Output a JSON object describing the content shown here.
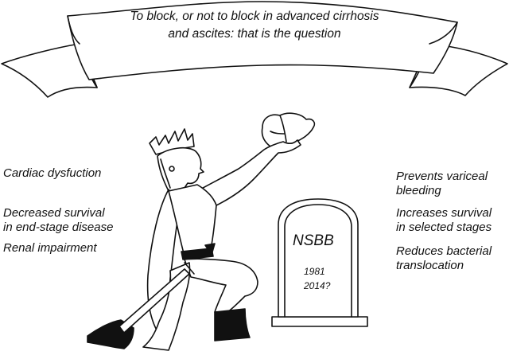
{
  "banner": {
    "line1": "To block, or not to block in advanced cirrhosis",
    "line2": "and ascites: that is the question"
  },
  "left_effects": [
    "Cardiac dysfuction",
    "Decreased survival",
    "in end-stage disease",
    "Renal impairment"
  ],
  "right_effects": [
    "Prevents variceal",
    "bleeding",
    "Increases survival",
    "in selected stages",
    "Reduces bacterial",
    "translocation"
  ],
  "tombstone": {
    "title": "NSBB",
    "year_start": "1981",
    "year_end": "2014?"
  }
}
